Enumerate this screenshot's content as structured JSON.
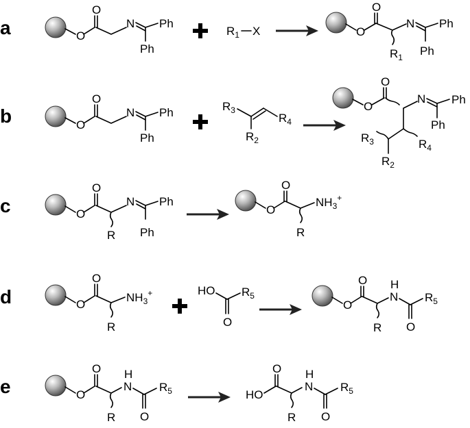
{
  "scheme": {
    "reactions": [
      {
        "label": "a",
        "reactant1": {
          "o_carbonyl": "O",
          "o_ester": "O",
          "n": "N",
          "ph1": "Ph",
          "ph2": "Ph"
        },
        "reagent": {
          "r": "R",
          "r_sub": "1",
          "x": "X"
        },
        "product": {
          "o_carbonyl": "O",
          "o_ester": "O",
          "n": "N",
          "ph1": "Ph",
          "ph2": "Ph",
          "r": "R",
          "r_sub": "1"
        }
      },
      {
        "label": "b",
        "reactant1": {
          "o_carbonyl": "O",
          "o_ester": "O",
          "n": "N",
          "ph1": "Ph",
          "ph2": "Ph"
        },
        "reagent": {
          "r3": "R",
          "r3_sub": "3",
          "r4": "R",
          "r4_sub": "4",
          "r2": "R",
          "r2_sub": "2"
        },
        "product": {
          "o_carbonyl": "O",
          "o_ester": "O",
          "n": "N",
          "ph1": "Ph",
          "ph2": "Ph",
          "r3": "R",
          "r3_sub": "3",
          "r4": "R",
          "r4_sub": "4",
          "r2": "R",
          "r2_sub": "2"
        }
      },
      {
        "label": "c",
        "reactant1": {
          "o_carbonyl": "O",
          "o_ester": "O",
          "n": "N",
          "ph1": "Ph",
          "ph2": "Ph",
          "r": "R"
        },
        "product": {
          "o_carbonyl": "O",
          "o_ester": "O",
          "nh": "NH",
          "nh_sub": "3",
          "charge": "+",
          "r": "R"
        }
      },
      {
        "label": "d",
        "reactant1": {
          "o_carbonyl": "O",
          "o_ester": "O",
          "nh": "NH",
          "nh_sub": "3",
          "charge": "+",
          "r": "R"
        },
        "reagent": {
          "ho": "HO",
          "o": "O",
          "r5": "R",
          "r5_sub": "5"
        },
        "product": {
          "o_carbonyl": "O",
          "o_ester": "O",
          "h": "H",
          "n": "N",
          "r": "R",
          "o_amide": "O",
          "r5": "R",
          "r5_sub": "5"
        }
      },
      {
        "label": "e",
        "reactant1": {
          "o_carbonyl": "O",
          "o_ester": "O",
          "h": "H",
          "n": "N",
          "r": "R",
          "o_amide": "O",
          "r5": "R",
          "r5_sub": "5"
        },
        "product": {
          "o_carbonyl": "O",
          "ho": "HO",
          "h": "H",
          "n": "N",
          "r": "R",
          "o_amide": "O",
          "r5": "R",
          "r5_sub": "5"
        }
      }
    ]
  }
}
